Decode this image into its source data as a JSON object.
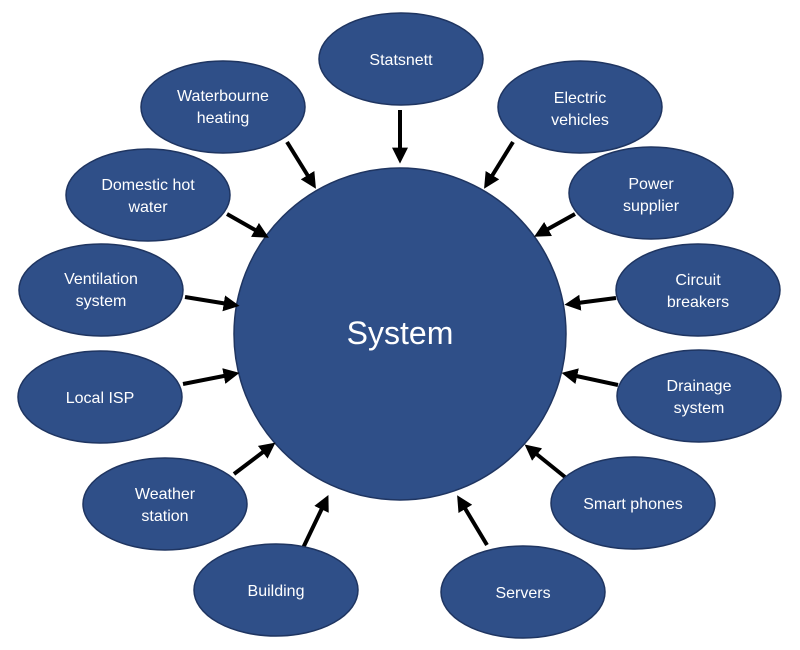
{
  "center": {
    "label": "System"
  },
  "nodes": [
    {
      "id": "statsnett",
      "lines": [
        "Statsnett"
      ]
    },
    {
      "id": "electric-vehicles",
      "lines": [
        "Electric",
        "vehicles"
      ]
    },
    {
      "id": "power-supplier",
      "lines": [
        "Power",
        "supplier"
      ]
    },
    {
      "id": "circuit-breakers",
      "lines": [
        "Circuit",
        "breakers"
      ]
    },
    {
      "id": "drainage-system",
      "lines": [
        "Drainage",
        "system"
      ]
    },
    {
      "id": "smart-phones",
      "lines": [
        "Smart phones"
      ]
    },
    {
      "id": "servers",
      "lines": [
        "Servers"
      ]
    },
    {
      "id": "building",
      "lines": [
        "Building"
      ]
    },
    {
      "id": "weather-station",
      "lines": [
        "Weather",
        "station"
      ]
    },
    {
      "id": "local-isp",
      "lines": [
        "Local ISP"
      ]
    },
    {
      "id": "ventilation-system",
      "lines": [
        "Ventilation",
        "system"
      ]
    },
    {
      "id": "domestic-hot-water",
      "lines": [
        "Domestic hot",
        "water"
      ]
    },
    {
      "id": "waterbourne-heating",
      "lines": [
        "Waterbourne",
        "heating"
      ]
    }
  ],
  "colors": {
    "node_fill": "#2f4f88",
    "arrow": "#000000",
    "text": "#ffffff"
  }
}
